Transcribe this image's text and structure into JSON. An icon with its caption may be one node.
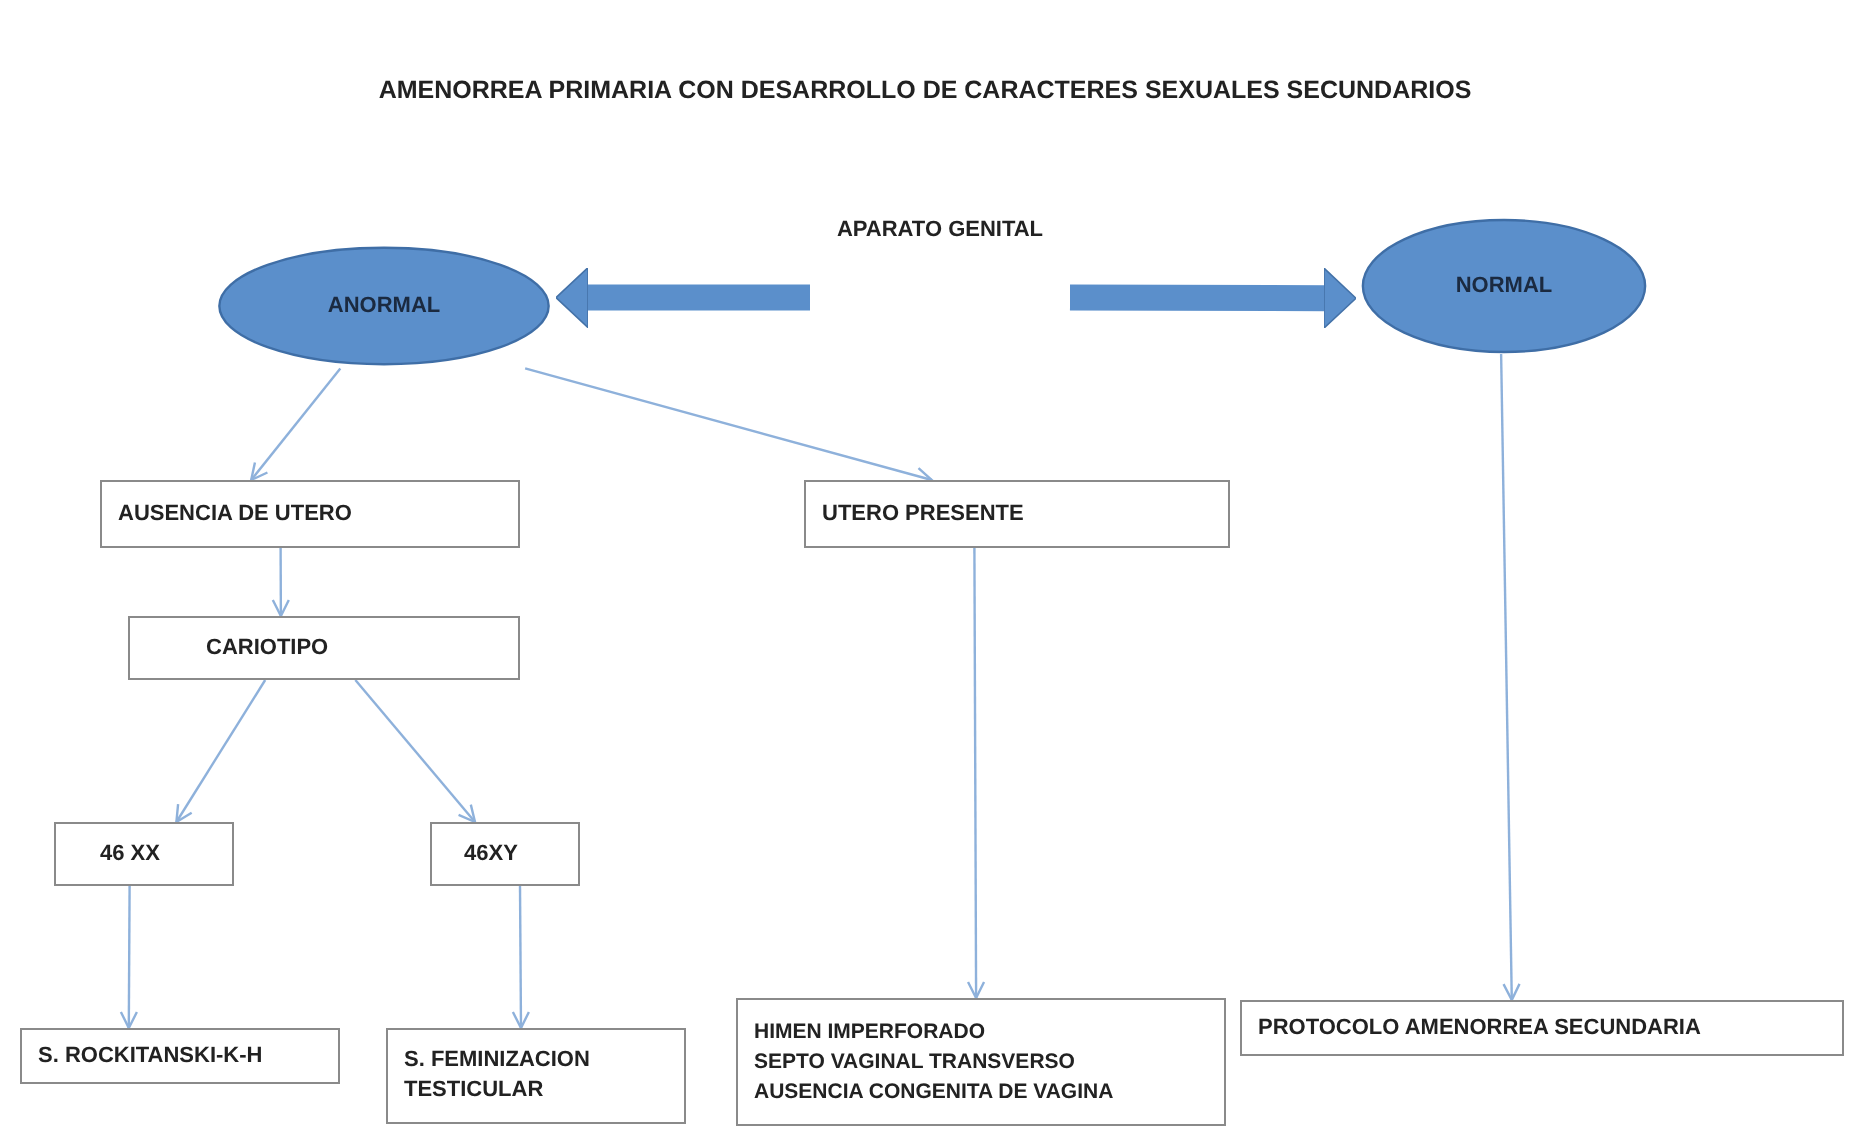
{
  "diagram": {
    "title": "AMENORREA PRIMARIA CON DESARROLLO DE CARACTERES SEXUALES SECUNDARIOS",
    "nodes": [
      {
        "text": [
          "APARATO GENITAL"
        ]
      },
      {
        "text": [
          "ANORMAL"
        ]
      },
      {
        "text": [
          "NORMAL"
        ]
      },
      {
        "text": [
          "AUSENCIA  DE UTERO"
        ]
      },
      {
        "text": [
          "UTERO PRESENTE"
        ]
      },
      {
        "text": [
          "CARIOTIPO"
        ]
      },
      {
        "text": [
          "46 XX"
        ]
      },
      {
        "text": [
          "46XY"
        ]
      },
      {
        "text": [
          "S. ROCKITANSKI-K-H"
        ]
      },
      {
        "text": [
          "S. FEMINIZACION TESTICULAR"
        ]
      },
      {
        "text": [
          "HIMEN IMPERFORADO",
          "SEPTO VAGINAL TRANSVERSO",
          "AUSENCIA CONGENITA DE VAGINA"
        ]
      },
      {
        "text": [
          "PROTOCOLO AMENORREA SECUNDARIA"
        ]
      }
    ],
    "edges": [
      {
        "from": 0,
        "to": 1,
        "arrow": "to",
        "style": "thick",
        "color": "#5b8fcb"
      },
      {
        "from": 0,
        "to": 2,
        "arrow": "to",
        "style": "thick",
        "color": "#5b8fcb"
      },
      {
        "from": 1,
        "to": 3,
        "arrow": "to"
      },
      {
        "from": 1,
        "to": 4,
        "arrow": "to"
      },
      {
        "from": 3,
        "to": 5,
        "arrow": "to"
      },
      {
        "from": 5,
        "to": 6,
        "arrow": "to"
      },
      {
        "from": 5,
        "to": 7,
        "arrow": "to"
      },
      {
        "from": 6,
        "to": 8,
        "arrow": "to"
      },
      {
        "from": 7,
        "to": 9,
        "arrow": "to"
      },
      {
        "from": 4,
        "to": 10,
        "arrow": "to"
      },
      {
        "from": 2,
        "to": 11,
        "arrow": "to"
      }
    ]
  }
}
